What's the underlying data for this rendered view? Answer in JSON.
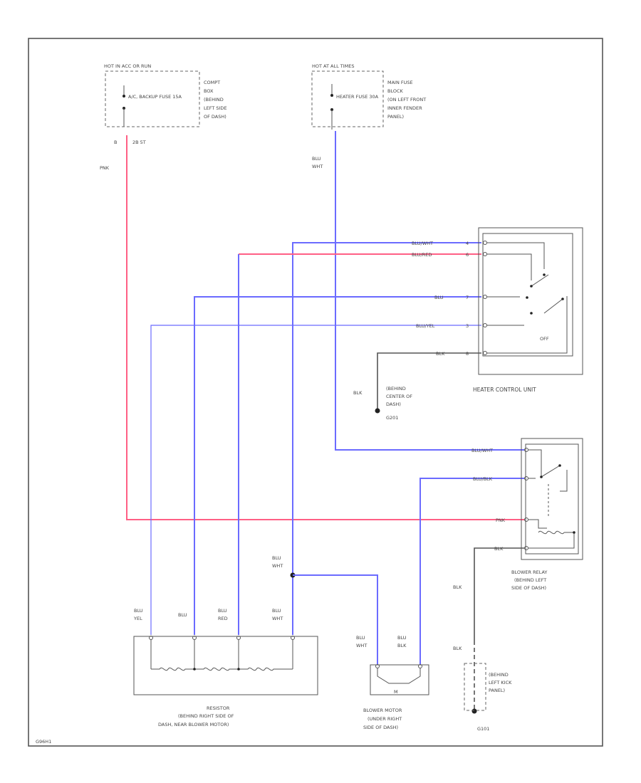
{
  "fuse_block_left": {
    "header": "HOT IN ACC OR RUN",
    "fuse_text": "A/C, BACKUP FUSE 15A",
    "location": [
      "COMPT",
      "BOX",
      "(BEHIND",
      "LEFT SIDE",
      "OF DASH)"
    ],
    "pin_id": "B",
    "pin_id2": "2B 5T",
    "wire_color": "PNK"
  },
  "fuse_block_right": {
    "header": "HOT AT ALL TIMES",
    "fuse_text": "HEATER FUSE 30A",
    "location": [
      "MAIN FUSE",
      "BLOCK",
      "(ON LEFT FRONT",
      "INNER FENDER",
      "PANEL)"
    ],
    "wire_color": [
      "BLU",
      "WHT"
    ]
  },
  "heater_control_unit": {
    "label": "HEATER CONTROL UNIT",
    "off_label": "OFF",
    "pins": [
      "BLU/WHT",
      "BLU/RED",
      "BLU",
      "BLU/YEL",
      "BLK"
    ],
    "pin_nums": [
      "4",
      "6",
      "7",
      "3",
      "8"
    ],
    "ground_color": "BLK",
    "ground_location": [
      "(BEHIND",
      "CENTER OF",
      "DASH)",
      "G201"
    ]
  },
  "blower_relay": {
    "pins": [
      "BLU/WHT",
      "BLU/BLK",
      "PNK",
      "BLK"
    ],
    "label": [
      "BLOWER RELAY",
      "(BEHIND LEFT",
      "SIDE OF DASH)"
    ],
    "ground_color_a": "BLK",
    "ground_color_b": "BLK",
    "ground_location": [
      "(BEHIND",
      "LEFT KICK",
      "PANEL)"
    ],
    "ground_id": "G101"
  },
  "resistor": {
    "wire_labels": [
      [
        "BLU",
        "YEL"
      ],
      [
        "BLU",
        ""
      ],
      [
        "BLU",
        "RED"
      ],
      [
        "BLU",
        "WHT"
      ]
    ],
    "label": [
      "RESISTOR",
      "(BEHIND RIGHT SIDE OF",
      "DASH, NEAR BLOWER MOTOR)"
    ]
  },
  "splice_wire": [
    "BLU",
    "WHT"
  ],
  "blower_motor": {
    "wire_labels": [
      [
        "BLU",
        "WHT"
      ],
      [
        "BLU",
        "BLK"
      ]
    ],
    "label": [
      "BLOWER MOTOR",
      "(UNDER RIGHT",
      "SIDE OF DASH)"
    ],
    "motor_symbol": "M"
  },
  "footer_code": "G96H1"
}
